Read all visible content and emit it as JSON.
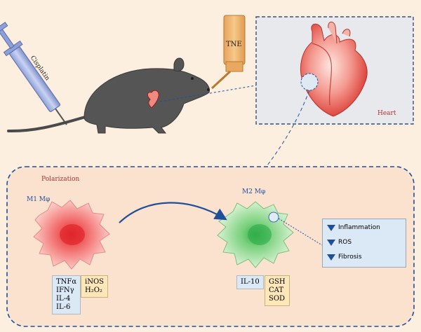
{
  "labels": {
    "cisplatin": "Cisplatin",
    "tne": "TNE",
    "heart": "Heart",
    "polarization": "Polarization",
    "m1": "M1 Mφ",
    "m2": "M2 Mφ"
  },
  "m1_markers": {
    "cytokines": [
      "TNFα",
      "IFNγ",
      "IL-4",
      "IL-6"
    ],
    "oxidants": [
      "iNOS",
      "H₂O₂"
    ]
  },
  "m2_markers": {
    "cytokines": [
      "IL-10"
    ],
    "antioxidants": [
      "GSH",
      "CAT",
      "SOD"
    ]
  },
  "outcomes": [
    "Inflammation",
    "ROS",
    "Fibrosis"
  ],
  "colors": {
    "background": "#fcefe0",
    "accent_blue": "#1f4f99",
    "title_red": "#b03030",
    "m1_cell": "#e94848",
    "m2_cell": "#66c266"
  }
}
